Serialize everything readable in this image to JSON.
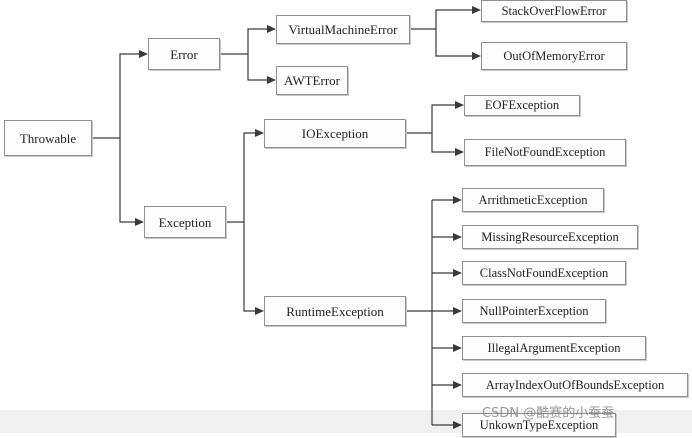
{
  "nodes": {
    "throwable": "Throwable",
    "error": "Error",
    "exception": "Exception",
    "virtual_machine_error": "VirtualMachineError",
    "awt_error": "AWTError",
    "stack_overflow_error": "StackOverFlowError",
    "out_of_memory_error": "OutOfMemoryError",
    "io_exception": "IOException",
    "eof_exception": "EOFException",
    "file_not_found_exception": "FileNotFoundException",
    "runtime_exception": "RuntimeException",
    "arithmetic_exception": "ArrithmeticException",
    "missing_resource_exception": "MissingResourceException",
    "class_not_found_exception": "ClassNotFoundException",
    "null_pointer_exception": "NullPointerException",
    "illegal_argument_exception": "IllegalArgumentException",
    "array_index_out_of_bounds_exception": "ArrayIndexOutOfBoundsException",
    "unknown_type_exception": "UnkownTypeException"
  },
  "watermark": "CSDN @酷赛的小蚕蚕"
}
